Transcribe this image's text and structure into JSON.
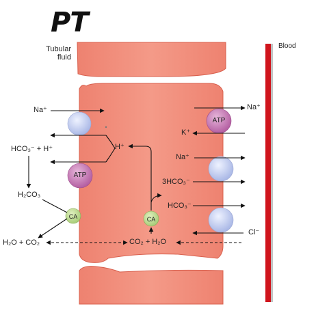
{
  "title": "PT",
  "labels": {
    "tubular_fluid_line1": "Tubular",
    "tubular_fluid_line2": "fluid",
    "blood": "Blood",
    "na_left": "Na⁺",
    "na_right_top": "Na⁺",
    "k_plus": "K⁺",
    "h_plus_center": "H⁺",
    "hco3_h_left": "HCO₃⁻ + H⁺",
    "na_right_mid": "Na⁺",
    "three_hco3": "3HCO₃⁻",
    "h2co3": "H₂CO₃",
    "hco3_right": "HCO₃⁻",
    "cl_minus": "Cl⁻",
    "h2o_co2_left": "H₂O + CO₂",
    "co2_h2o_center": "CO₂ + H₂O"
  },
  "markers": {
    "atp_right": "ATP",
    "atp_left": "ATP",
    "ca_left": "CA",
    "ca_center": "CA"
  },
  "colors": {
    "cell_fill": "#f08a78",
    "cell_stroke": "#e06a58",
    "cell_shade": "#f7b3a6",
    "transporter": "#c8d4f2",
    "atp_pump": "#c77bb5",
    "carbonic_anhydrase": "#b8d88a",
    "blood_vessel": "#d0141c"
  }
}
